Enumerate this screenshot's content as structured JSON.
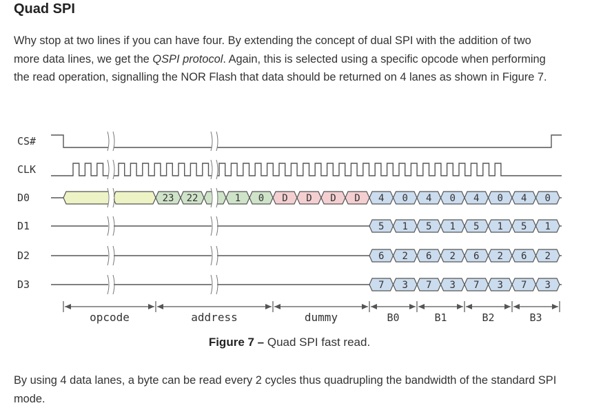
{
  "article": {
    "heading": "Quad SPI",
    "intro_before": "Why stop at two lines if you can have four. By extending the concept of dual SPI with the addition of two more data lines, we get the ",
    "intro_emph": "QSPI protocol",
    "intro_after": ". Again, this is selected using a specific opcode when performing the read operation, signalling the NOR Flash that data should be returned on 4 lanes as shown in Figure 7.",
    "caption_label": "Figure 7 –",
    "caption_text": " Quad SPI fast read.",
    "outro": "By using 4 data lanes, a byte can be read every 2 cycles thus quadrupling the bandwidth of the standard SPI mode."
  },
  "diagram": {
    "signals": [
      "CS#",
      "CLK",
      "D0",
      "D1",
      "D2",
      "D3"
    ],
    "d0_address_bits": [
      "23",
      "22",
      "1",
      "0"
    ],
    "dummy_label": "D",
    "dummy_count": 4,
    "data_lanes": [
      [
        "4",
        "0",
        "4",
        "0",
        "4",
        "0",
        "4",
        "0"
      ],
      [
        "5",
        "1",
        "5",
        "1",
        "5",
        "1",
        "5",
        "1"
      ],
      [
        "6",
        "2",
        "6",
        "2",
        "6",
        "2",
        "6",
        "2"
      ],
      [
        "7",
        "3",
        "7",
        "3",
        "7",
        "3",
        "7",
        "3"
      ]
    ],
    "phases": [
      "opcode",
      "address",
      "dummy",
      "B0",
      "B1",
      "B2",
      "B3"
    ],
    "colors": {
      "opcode": "#eef3c6",
      "address": "#cfe3c9",
      "dummy": "#f4cfd1",
      "data": "#cbdcee",
      "line": "#555555"
    }
  }
}
